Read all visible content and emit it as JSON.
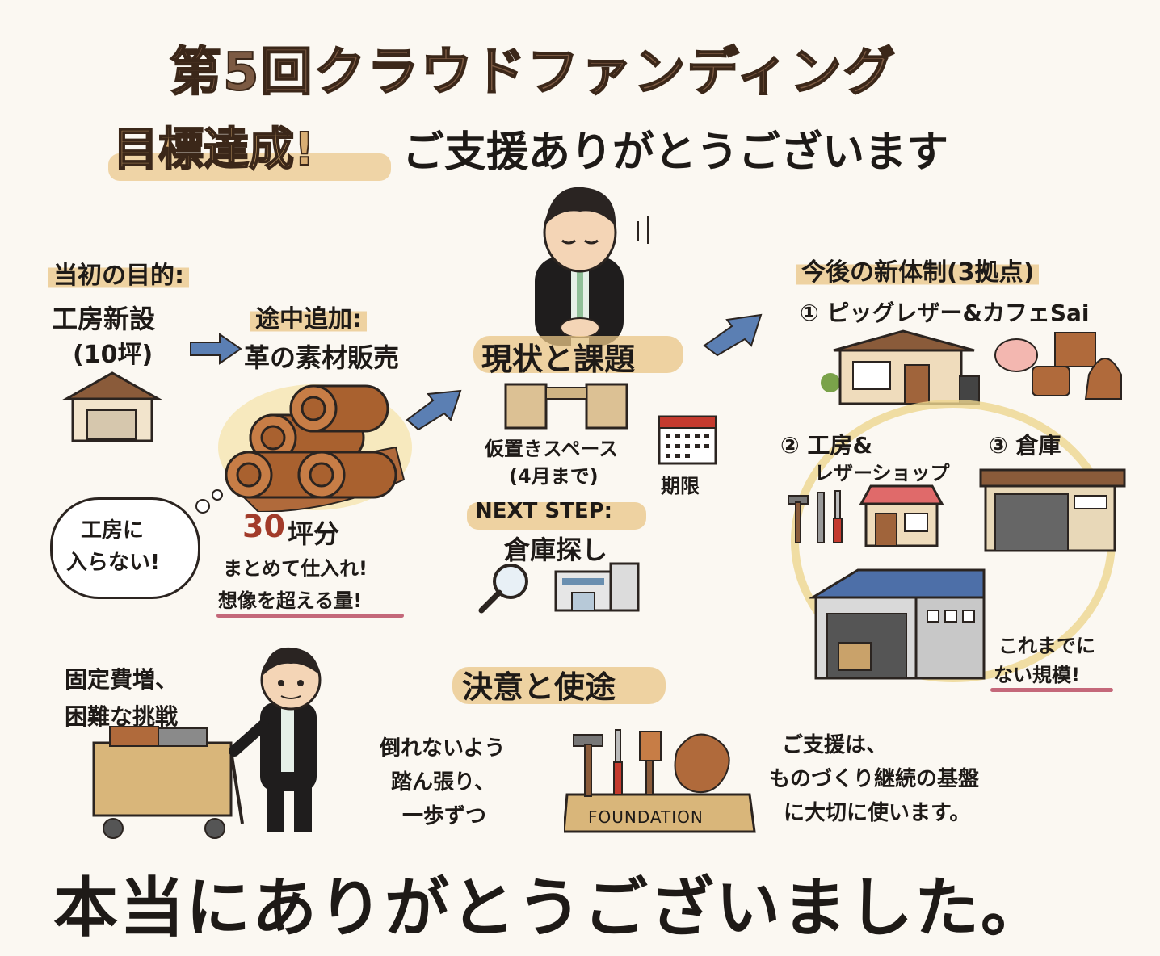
{
  "header": {
    "title": "第5回クラウドファンディング",
    "achieved": "目標達成!",
    "thanks": "ご支援ありがとうございます"
  },
  "original_goal": {
    "heading": "当初の目的:",
    "item": "工房新設",
    "size": "(10坪)"
  },
  "midway": {
    "heading": "途中追加:",
    "item": "革の素材販売"
  },
  "bubble": {
    "line1": "工房に",
    "line2": "入らない!"
  },
  "leather": {
    "amount_num": "30",
    "amount_unit": "坪分",
    "line1": "まとめて仕入れ!",
    "line2": "想像を超える量!"
  },
  "status": {
    "heading": "現状と課題",
    "temp_space": "仮置きスペース",
    "temp_until": "(4月まで)",
    "deadline": "期限",
    "next_label": "NEXT STEP:",
    "next_item": "倉庫探し"
  },
  "future": {
    "heading": "今後の新体制(3拠点)",
    "site1": "① ピッグレザー&カフェSai",
    "site2_line1": "② 工房&",
    "site2_line2": "レザーショップ",
    "site3": "③ 倉庫",
    "scale_line1": "これまでに",
    "scale_line2": "ない規模!"
  },
  "challenge": {
    "line1": "固定費増、",
    "line2": "困難な挑戦"
  },
  "resolve": {
    "heading": "決意と使途",
    "step1": "倒れないよう",
    "step2": "踏ん張り、",
    "step3": "一歩ずつ",
    "foundation": "FOUNDATION",
    "use1": "ご支援は、",
    "use2": "ものづくり継続の基盤",
    "use3": "に大切に使います。"
  },
  "closing": "本当にありがとうございました。",
  "colors": {
    "brown": "#7c5a43",
    "tan": "#d9ae74",
    "highlight": "#eac586",
    "arrow_blue": "#5b7fb3",
    "leather": "#b06a3b",
    "underline_red": "#c4687a"
  }
}
